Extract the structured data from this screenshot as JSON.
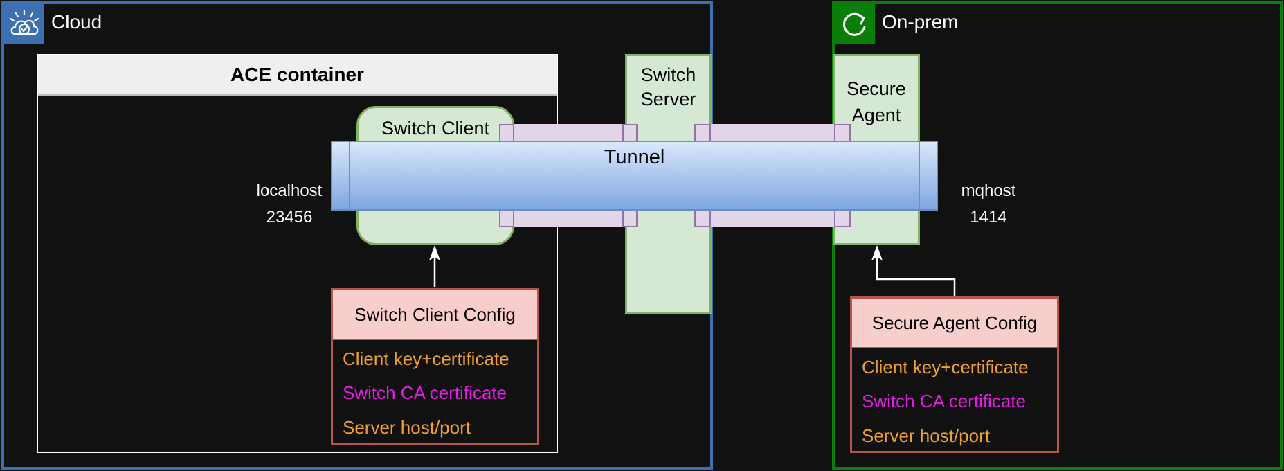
{
  "cloud": {
    "label": "Cloud",
    "icon": "cloud-check-icon",
    "border_color": "#3e6fb0",
    "badge_color": "#3e6fb0"
  },
  "onprem": {
    "label": "On-prem",
    "icon": "refresh-icon",
    "border_color": "#0a7d0a",
    "badge_color": "#0a7d0a"
  },
  "ace_container": {
    "title": "ACE container"
  },
  "switch_client": {
    "label": "Switch Client"
  },
  "switch_server": {
    "line1": "Switch",
    "line2": "Server"
  },
  "secure_agent": {
    "line1": "Secure",
    "line2": "Agent"
  },
  "tunnel": {
    "label": "Tunnel"
  },
  "left_endpoint": {
    "host": "localhost",
    "port": "23456"
  },
  "right_endpoint": {
    "host": "mqhost",
    "port": "1414"
  },
  "client_config": {
    "title": "Switch Client Config",
    "items": [
      {
        "text": "Client key+certificate",
        "color": "#f0a030"
      },
      {
        "text": "Switch CA certificate",
        "color": "#e020e0"
      },
      {
        "text": "Server host/port",
        "color": "#f0a030"
      }
    ]
  },
  "agent_config": {
    "title": "Secure Agent Config",
    "items": [
      {
        "text": "Client key+certificate",
        "color": "#f0a030"
      },
      {
        "text": "Switch CA certificate",
        "color": "#e020e0"
      },
      {
        "text": "Server host/port",
        "color": "#f0a030"
      }
    ]
  }
}
